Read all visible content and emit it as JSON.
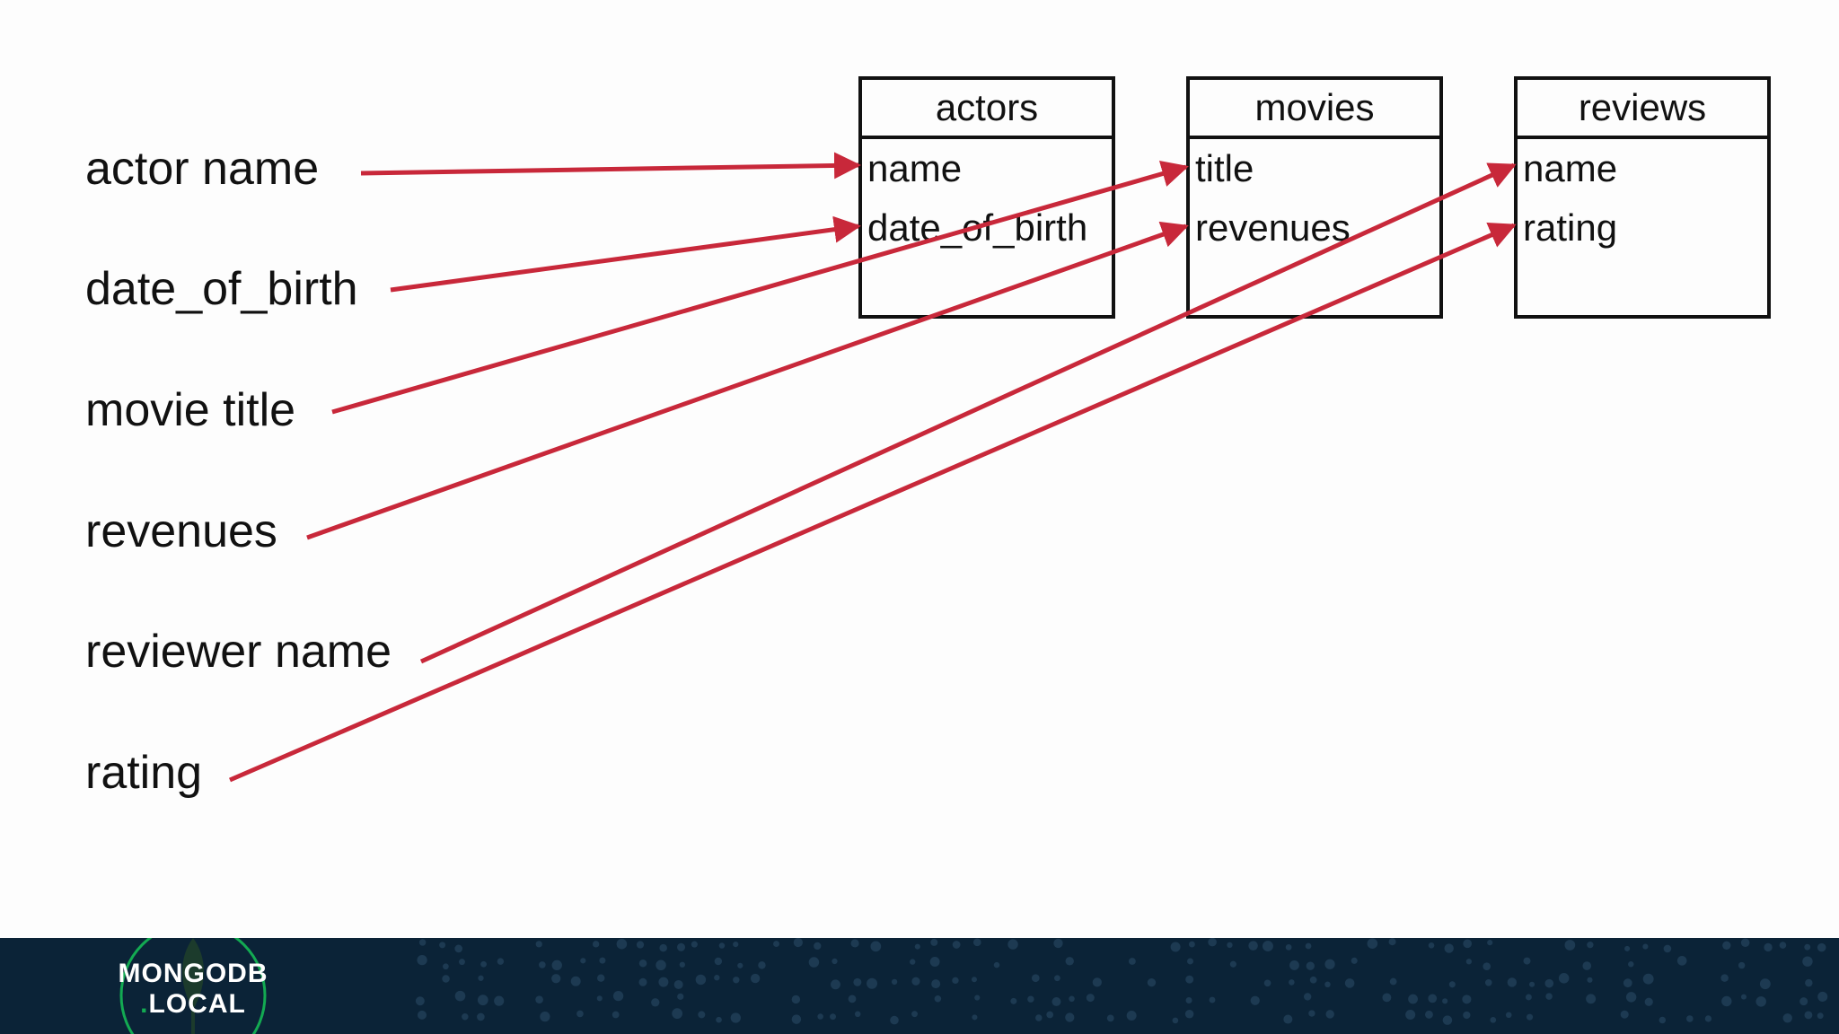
{
  "source_fields": [
    {
      "label": "actor name"
    },
    {
      "label": "date_of_birth"
    },
    {
      "label": "movie title"
    },
    {
      "label": "revenues"
    },
    {
      "label": "reviewer name"
    },
    {
      "label": "rating"
    }
  ],
  "tables": [
    {
      "name": "actors",
      "fields": [
        "name",
        "date_of_birth"
      ]
    },
    {
      "name": "movies",
      "fields": [
        "title",
        "revenues"
      ]
    },
    {
      "name": "reviews",
      "fields": [
        "name",
        "rating"
      ]
    }
  ],
  "mappings": [
    {
      "from": "actor name",
      "to": "actors.name"
    },
    {
      "from": "date_of_birth",
      "to": "actors.date_of_birth"
    },
    {
      "from": "movie title",
      "to": "movies.title"
    },
    {
      "from": "revenues",
      "to": "movies.revenues"
    },
    {
      "from": "reviewer name",
      "to": "reviews.name"
    },
    {
      "from": "rating",
      "to": "reviews.rating"
    }
  ],
  "colors": {
    "arrow": "#c8283a",
    "footer": "#0b2337",
    "logo_accent": "#13aa52"
  },
  "footer": {
    "logo_line1": "MONGODB",
    "logo_line2_dot": ".",
    "logo_line2": "LOCAL"
  }
}
